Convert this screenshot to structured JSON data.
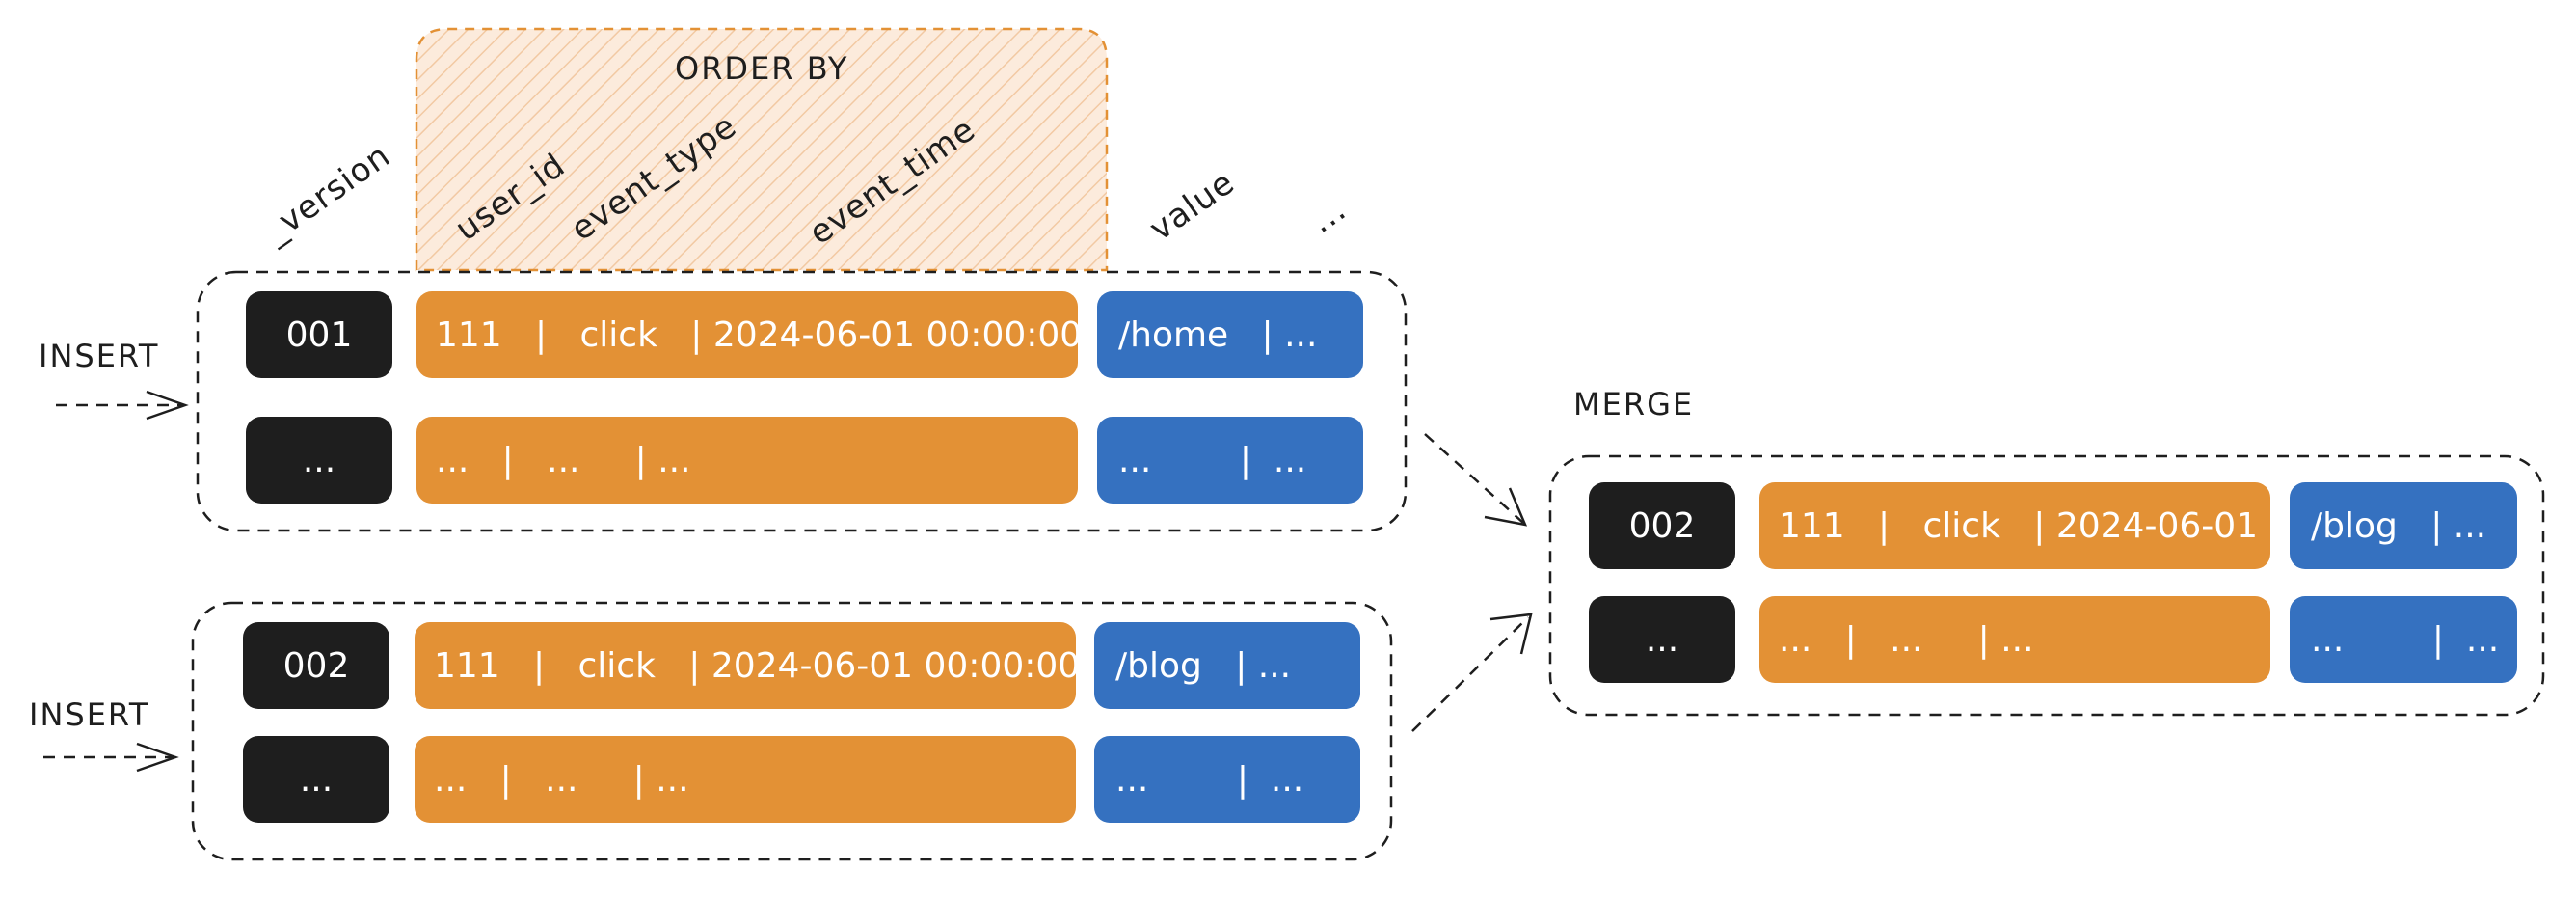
{
  "order_by_label": "ORDER BY",
  "columns": {
    "version": "_version",
    "user_id": "user_id",
    "event_type": "event_type",
    "event_time": "event_time",
    "value": "value",
    "ellipsis": "..."
  },
  "insert_label_1": "INSERT",
  "insert_label_2": "INSERT",
  "merge_label": "MERGE",
  "part1": {
    "row1": {
      "version": "001",
      "key": "111   |   click   | 2024-06-01 00:00:00",
      "value": "/home   | ..."
    },
    "row2": {
      "version": "...",
      "key": "...   |   ...     | ...",
      "value": "...        |  ..."
    }
  },
  "part2": {
    "row1": {
      "version": "002",
      "key": "111   |   click   | 2024-06-01 00:00:00",
      "value": "/blog   | ..."
    },
    "row2": {
      "version": "...",
      "key": "...   |   ...     | ...",
      "value": "...        |  ..."
    }
  },
  "merged": {
    "row1": {
      "version": "002",
      "key": "111   |   click   | 2024-06-01 ...",
      "value": "/blog   | ..."
    },
    "row2": {
      "version": "...",
      "key": "...   |   ...     | ...",
      "value": "...        |  ..."
    }
  },
  "colors": {
    "version_cell": "#1e1e1e",
    "key_cell": "#e39135",
    "value_cell": "#3571c0",
    "order_by_fill": "#fbe6d2",
    "order_by_border": "#e39135"
  }
}
